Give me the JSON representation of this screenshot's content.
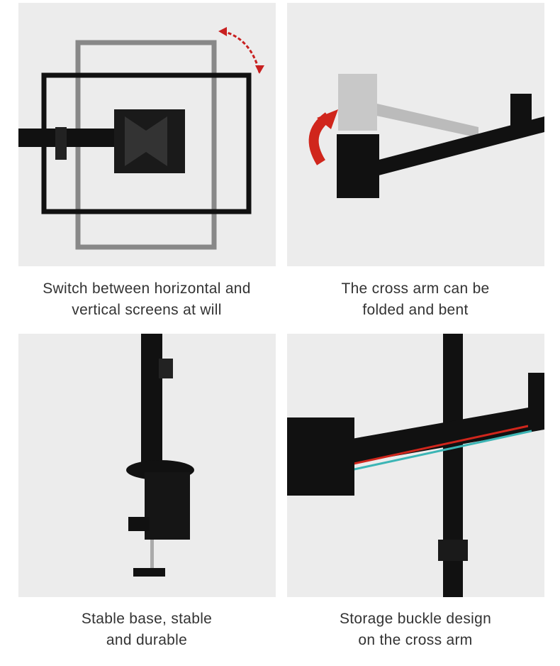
{
  "features": [
    {
      "caption": [
        "Switch between horizontal and",
        "vertical screens at will"
      ]
    },
    {
      "caption": [
        "The cross arm can be",
        "folded and bent"
      ]
    },
    {
      "caption": [
        "Stable base, stable",
        "and durable"
      ]
    },
    {
      "caption": [
        "Storage buckle design",
        "on the cross arm"
      ]
    }
  ],
  "colors": {
    "panel_bg": "#ececec",
    "arrow": "#d0261c",
    "text": "#333333"
  }
}
